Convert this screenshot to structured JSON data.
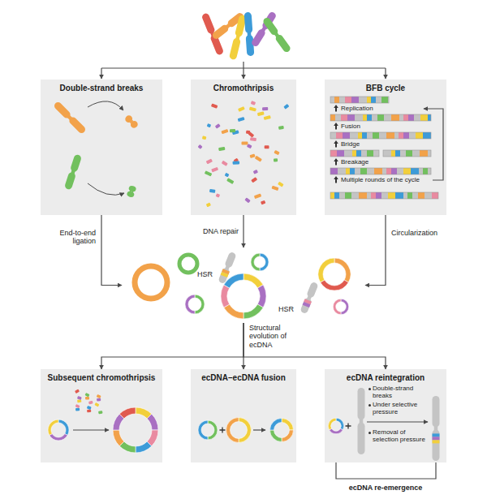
{
  "diagram": {
    "nodes": [
      {
        "text": [
          "Double-strand breaks"
        ]
      },
      {
        "text": [
          "Chromothripsis"
        ]
      },
      {
        "text": [
          "BFB cycle",
          "Replication",
          "Fusion",
          "Bridge",
          "Breakage",
          "Multiple rounds of the cycle"
        ]
      },
      {
        "text": [
          "HSR",
          "HSR"
        ]
      },
      {
        "text": [
          "Subsequent chromothripsis"
        ]
      },
      {
        "text": [
          "ecDNA–ecDNA fusion"
        ]
      },
      {
        "text": [
          "ecDNA reintegration",
          "Double-strand breaks",
          "Under selective pressure",
          "Removal of selection pressure"
        ]
      }
    ],
    "edges": [
      {
        "from": 0,
        "to": 3,
        "label": "End-to-end ligation",
        "arrow": "to"
      },
      {
        "from": 1,
        "to": 3,
        "label": "DNA repair",
        "arrow": "to"
      },
      {
        "from": 2,
        "to": 3,
        "label": "Circularization",
        "arrow": "to"
      },
      {
        "from": 3,
        "to": 4,
        "arrow": "to"
      },
      {
        "from": 3,
        "to": 5,
        "label": "Structural evolution of ecDNA",
        "arrow": "to"
      },
      {
        "from": 3,
        "to": 6,
        "arrow": "to"
      }
    ],
    "labels": [
      "ecDNA re-emergence"
    ]
  }
}
